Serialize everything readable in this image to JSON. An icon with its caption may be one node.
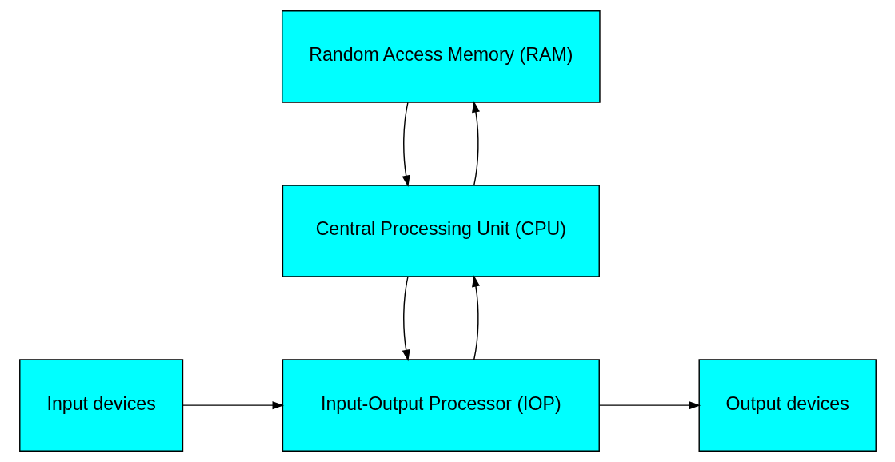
{
  "diagram": {
    "nodes": [
      {
        "text": [
          "Random Access Memory (RAM)"
        ]
      },
      {
        "text": [
          "Central Processing Unit (CPU)"
        ]
      },
      {
        "text": [
          "Input devices"
        ]
      },
      {
        "text": [
          "Input-Output Processor (IOP)"
        ]
      },
      {
        "text": [
          "Output devices"
        ]
      }
    ],
    "edges": [
      {
        "from": 1,
        "to": 0,
        "arrow": "to"
      },
      {
        "from": 0,
        "to": 1,
        "arrow": "to"
      },
      {
        "from": 3,
        "to": 1,
        "arrow": "to"
      },
      {
        "from": 1,
        "to": 3,
        "arrow": "to"
      },
      {
        "from": 2,
        "to": 3,
        "arrow": "to"
      },
      {
        "from": 3,
        "to": 4,
        "arrow": "to"
      }
    ]
  }
}
